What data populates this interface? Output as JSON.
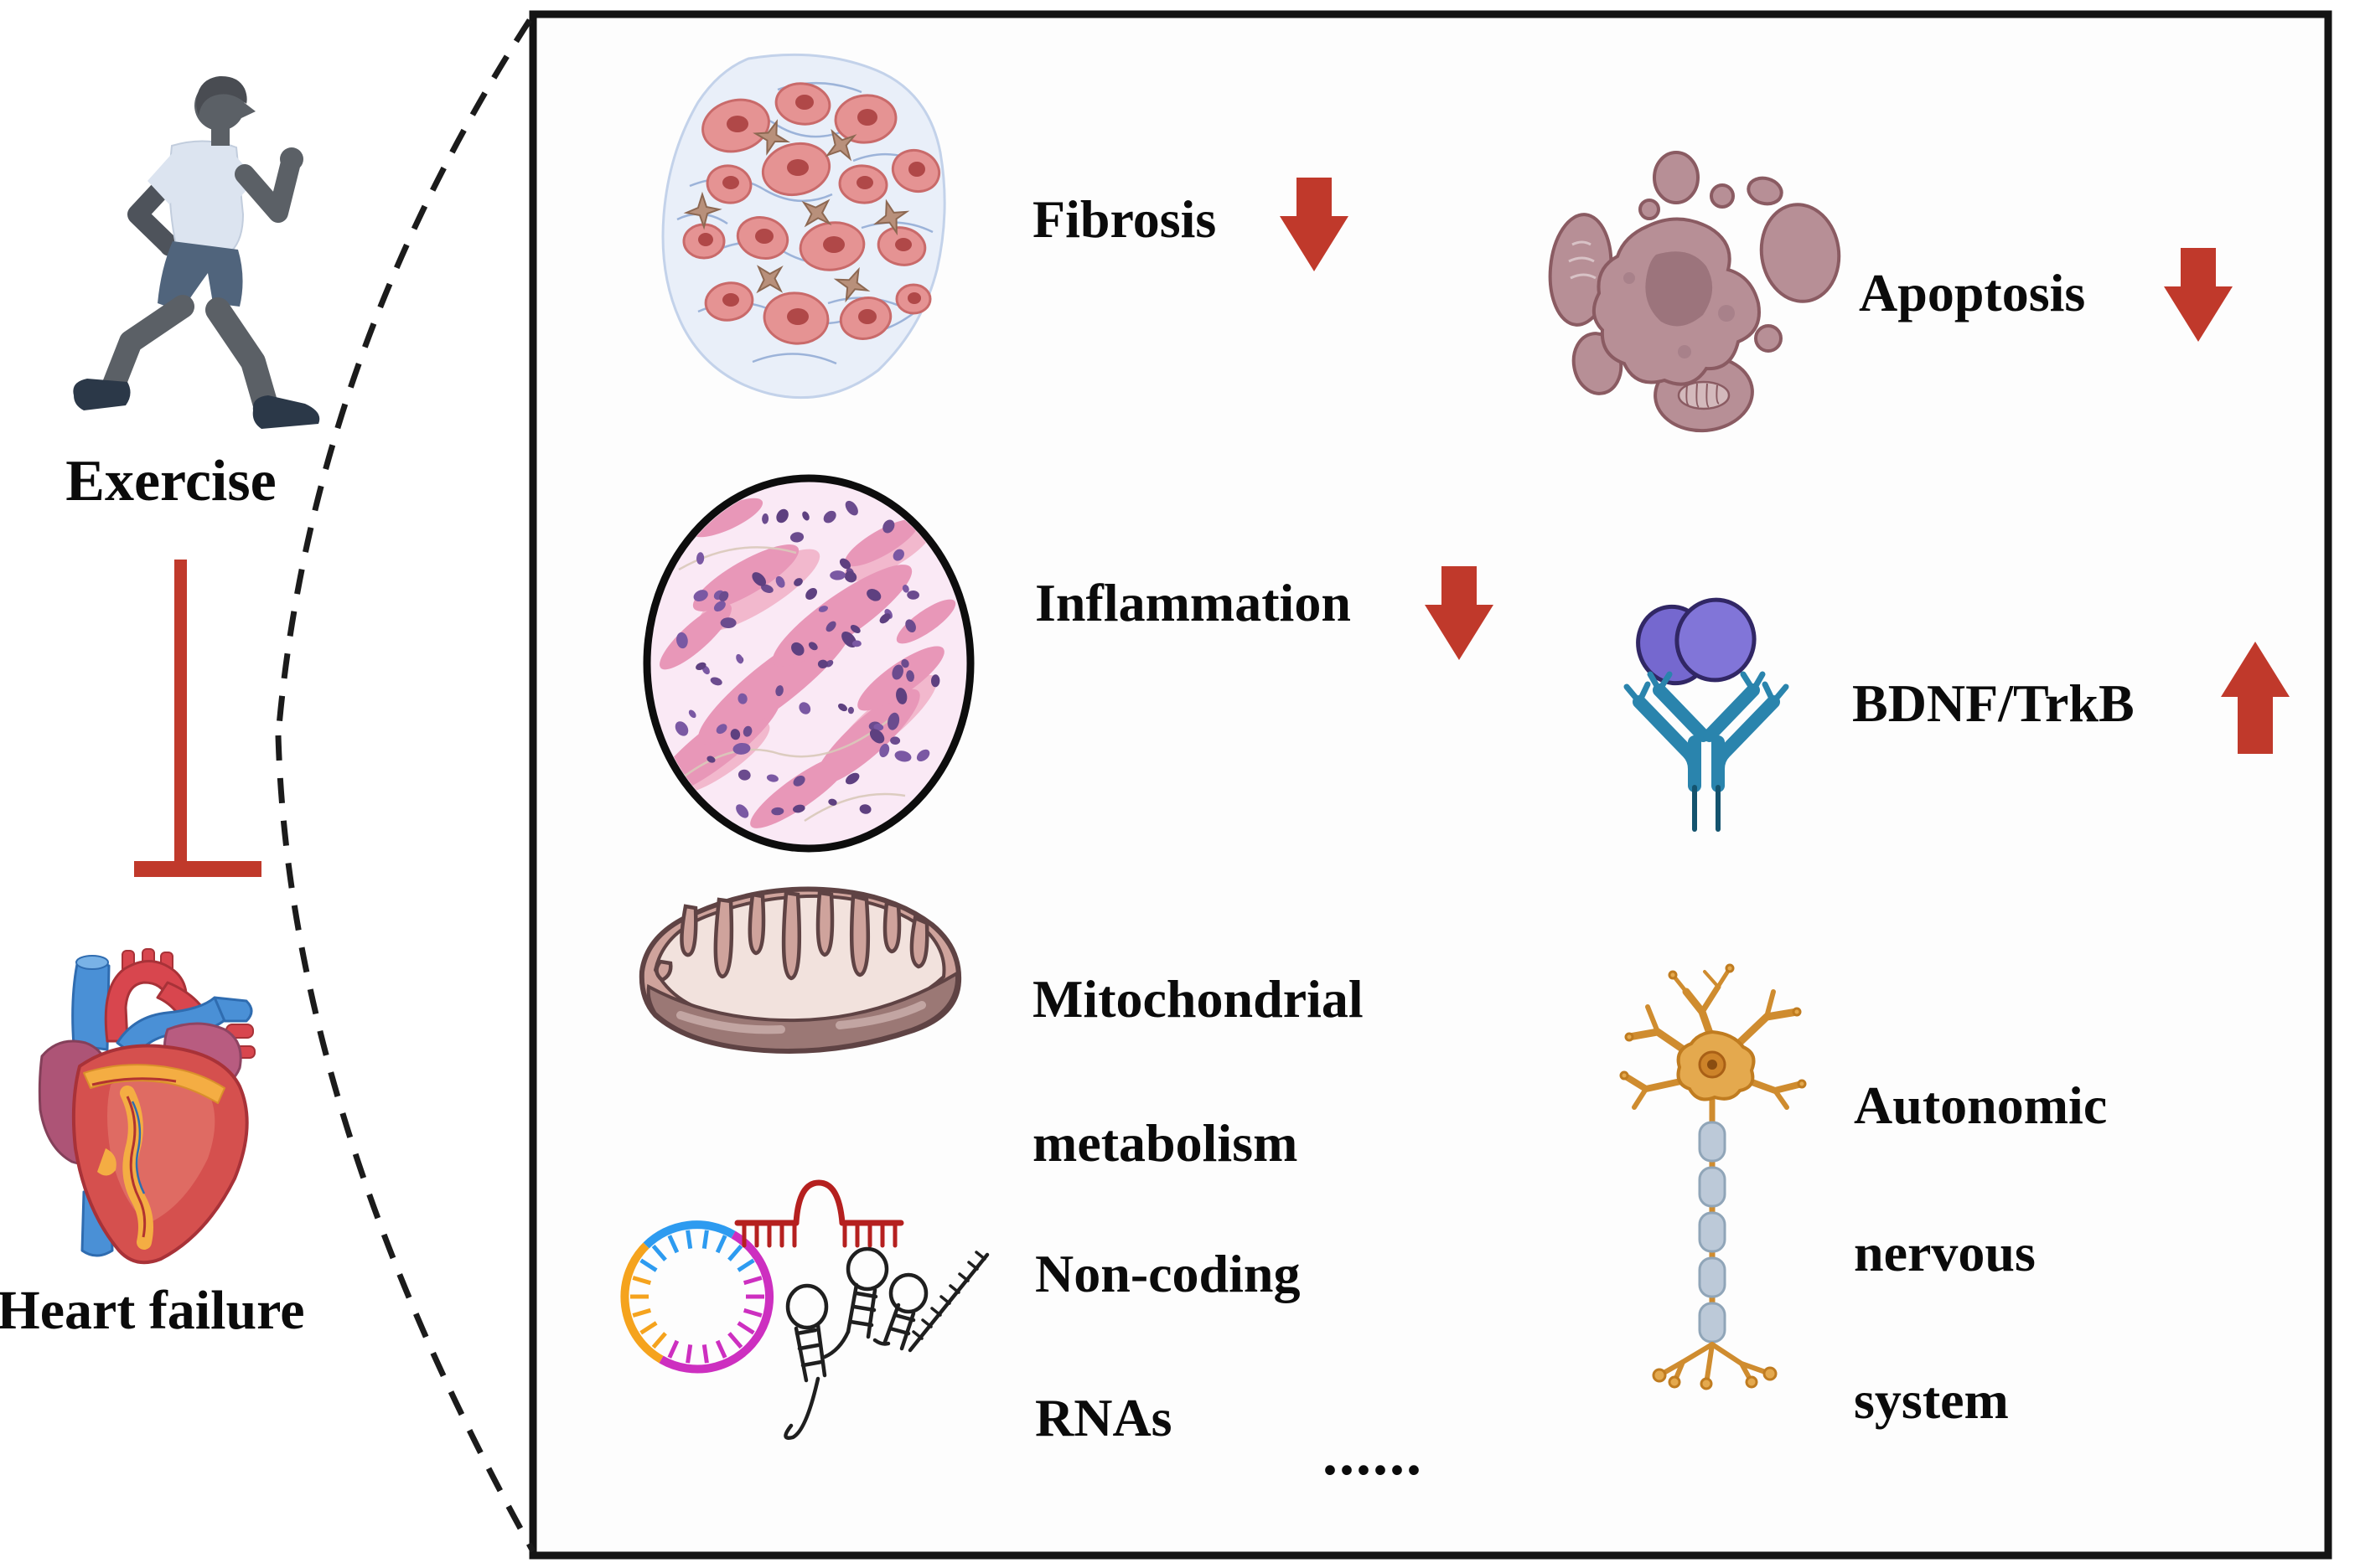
{
  "figure": {
    "type": "mechanism-diagram",
    "description_visible_only": "Exercise inhibits heart failure via mechanisms listed in magnified panel"
  },
  "left": {
    "exercise_label": "Exercise",
    "heart_failure_label": "Heart failure",
    "relationship_symbol": "inhibition-t-bar"
  },
  "panel": {
    "items": [
      {
        "id": "fibrosis",
        "label": "Fibrosis",
        "trend": "down",
        "icon": "fibrotic-tissue-icon"
      },
      {
        "id": "apoptosis",
        "label": "Apoptosis",
        "trend": "down",
        "icon": "apoptotic-cell-icon"
      },
      {
        "id": "inflammation",
        "label": "Inflammation",
        "trend": "down",
        "icon": "histology-micrograph-icon"
      },
      {
        "id": "bdnf-trkb",
        "label": "BDNF/TrkB",
        "trend": "up",
        "icon": "ligand-receptor-icon"
      },
      {
        "id": "mitochondrial-metabolism",
        "lines": [
          "Mitochondrial",
          "metabolism"
        ],
        "trend": null,
        "icon": "mitochondrion-icon"
      },
      {
        "id": "autonomic-nervous-system",
        "lines": [
          "Autonomic",
          "nervous",
          "system"
        ],
        "trend": null,
        "icon": "neuron-icon"
      },
      {
        "id": "non-coding-rnas",
        "lines": [
          "Non-coding",
          "RNAs"
        ],
        "trend": null,
        "icon": "rna-molecules-icon"
      }
    ],
    "ellipsis": "......"
  },
  "colors": {
    "accent_red": "#c0392b",
    "outline_black": "#141414",
    "circ_rna_blue": "#2d9bf0",
    "circ_rna_magenta": "#cd2fc0",
    "circ_rna_orange": "#f5a31d",
    "mirna_red": "#b5201f",
    "neuron_orange": "#cf8c2f",
    "antibody_teal": "#2a84ad",
    "bdnf_purple": "#7568cf"
  }
}
